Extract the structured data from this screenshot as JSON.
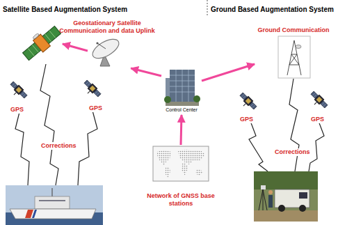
{
  "diagram": {
    "nodes": [
      {
        "text": [
          "Geostationary Satellite Communication and data Uplink"
        ]
      },
      {
        "text": [
          "Ground Communication"
        ]
      },
      {
        "text": [
          "Control Center"
        ]
      },
      {
        "text": [
          "Network of GNSS base stations"
        ]
      }
    ],
    "edges": [
      {
        "from": 2,
        "to": 0,
        "arrow": "to"
      },
      {
        "from": 2,
        "to": 1,
        "arrow": "to"
      },
      {
        "from": 3,
        "to": 2,
        "arrow": "to"
      }
    ],
    "labels": [
      "Satellite Based Augmentation System",
      "Ground Based Augmentation System",
      "GPS",
      "GPS",
      "GPS",
      "GPS",
      "Corrections",
      "Corrections"
    ]
  }
}
